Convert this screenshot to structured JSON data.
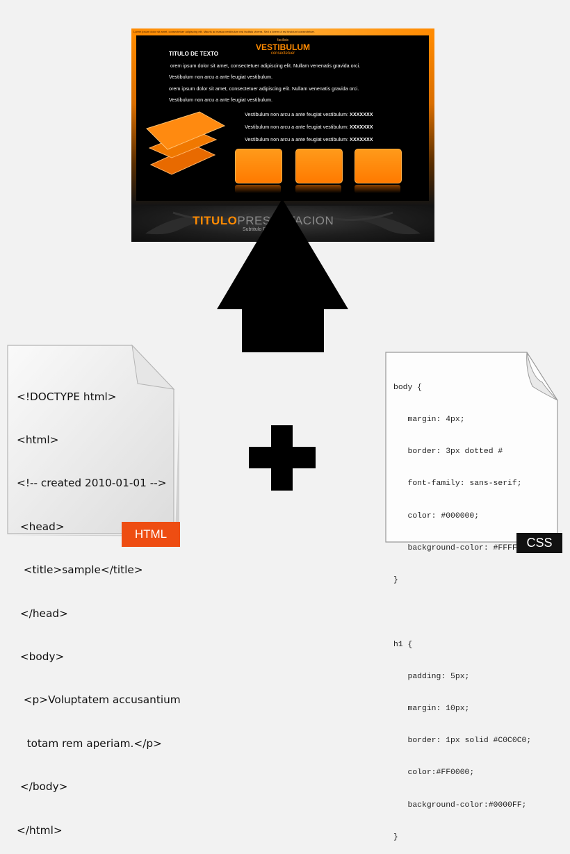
{
  "mockup": {
    "top_strip": "Lorem ipsum dolor sit amet, consectetuer adipiscing elit. Mauris ac massa vestibulum nisl facilisis viverra. Sed a lorem ut est tincidunt consectetuer.",
    "brand_top": "facilisis",
    "brand_main": "VESTIBULUM",
    "brand_sub": "consectetuer",
    "heading": "TITULO DE TEXTO",
    "paragraphs": [
      "orem ipsum dolor sit amet, consectetuer adipiscing elit. Nullam venenatis gravida orci.",
      "Vestibulum non arcu a ante feugiat vestibulum.",
      "orem ipsum dolor sit amet, consectetuer adipiscing elit. Nullam venenatis gravida orci.",
      "Vestibulum non arcu a ante feugiat vestibulum."
    ],
    "bullets": [
      {
        "text": "Vestibulum non arcu a ante feugiat vestibulum:",
        "code": "XXXXXXX"
      },
      {
        "text": "Vestibulum non arcu a ante feugiat vestibulum:",
        "code": "XXXXXXX"
      },
      {
        "text": "Vestibulum non arcu a ante feugiat vestibulum:",
        "code": "XXXXXXX"
      }
    ],
    "footer_title_bold": "TITULO",
    "footer_title_rest": "PRESENTACION",
    "footer_subtitle": "Subtitulo Presentacion"
  },
  "html_doc": {
    "lines": [
      "<!DOCTYPE html>",
      "<html>",
      "<!-- created 2010-01-01 -->",
      " <head>",
      "  <title>sample</title>",
      " </head>",
      " <body>",
      "  <p>Voluptatem accusantium",
      "   totam rem aperiam.</p>",
      " </body>",
      "</html>"
    ],
    "badge": "HTML"
  },
  "css_doc": {
    "lines": [
      "body {",
      "   margin: 4px;",
      "   border: 3px dotted #",
      "   font-family: sans-serif;",
      "   color: #000000;",
      "   background-color: #FFFFFF;",
      "}",
      "",
      "h1 {",
      "   padding: 5px;",
      "   margin: 10px;",
      "   border: 1px solid #C0C0C0;",
      "   color:#FF0000;",
      "   background-color:#0000FF;",
      "}"
    ],
    "badge": "CSS"
  },
  "icons": {
    "up_arrow": "up-arrow-icon",
    "plus": "plus-icon"
  },
  "colors": {
    "accent_orange": "#ff8a00",
    "html_badge": "#ee4d12",
    "css_badge": "#111111",
    "arrow": "#000000"
  }
}
